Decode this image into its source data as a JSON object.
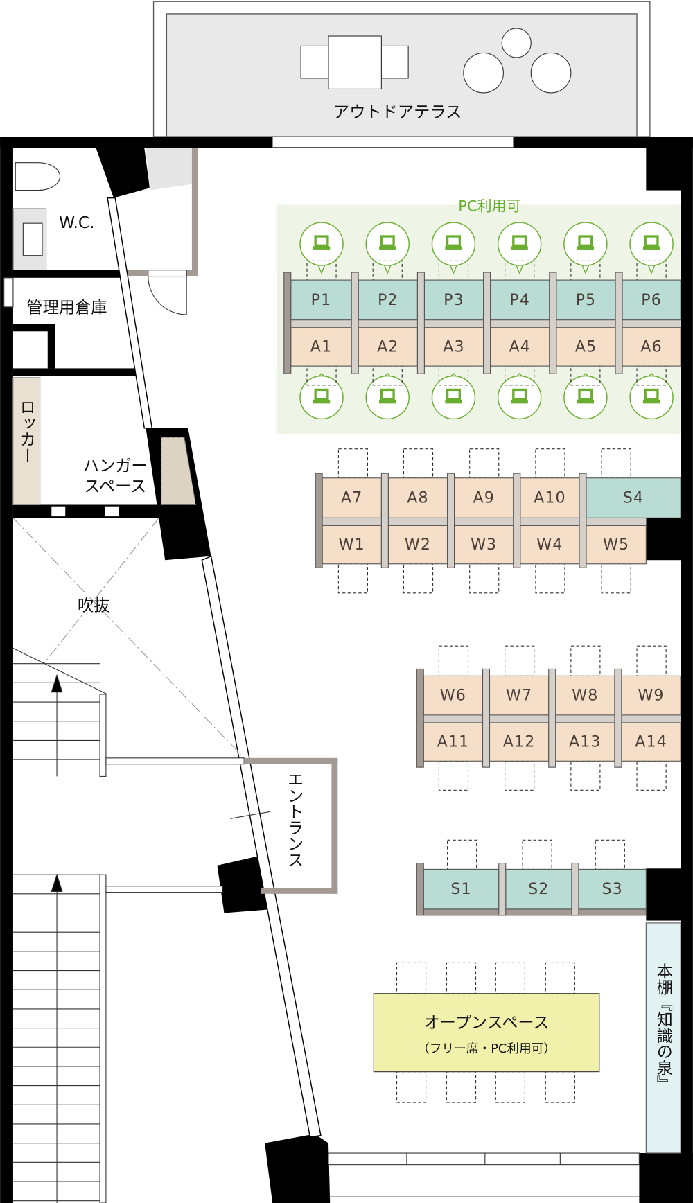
{
  "terrace": {
    "label": "アウトドアテラス"
  },
  "rooms": {
    "wc": "W.C.",
    "storage": "管理用倉庫",
    "locker": "ロッカー",
    "hanger_line1": "ハンガー",
    "hanger_line2": "スペース",
    "void": "吹抜",
    "entrance": "エントランス",
    "bookshelf": "本棚『知識の泉』"
  },
  "pc_zone": {
    "label": "PC利用可"
  },
  "seats": {
    "block1_row1": [
      "P1",
      "P2",
      "P3",
      "P4",
      "P5",
      "P6"
    ],
    "block1_row2": [
      "A1",
      "A2",
      "A3",
      "A4",
      "A5",
      "A6"
    ],
    "block2_row1": [
      "A7",
      "A8",
      "A9",
      "A10",
      "S4"
    ],
    "block2_row2": [
      "W1",
      "W2",
      "W3",
      "W4",
      "W5"
    ],
    "block3_row1": [
      "W6",
      "W7",
      "W8",
      "W9"
    ],
    "block3_row2": [
      "A11",
      "A12",
      "A13",
      "A14"
    ],
    "block4_row1": [
      "S1",
      "S2",
      "S3"
    ]
  },
  "open_space": {
    "title": "オープンスペース",
    "subtitle": "（フリー席・PC利用可）"
  },
  "colors": {
    "pc_seat": "#b9ddd5",
    "desk_seat": "#f6dfc8",
    "pc_zone_bg": "#eef4e6",
    "accent_green": "#6aae2f",
    "open_space": "#f1f1ac",
    "bookshelf": "#e2f2f2",
    "post_dark": "#a49a94",
    "post_light": "#d6d0ca"
  }
}
